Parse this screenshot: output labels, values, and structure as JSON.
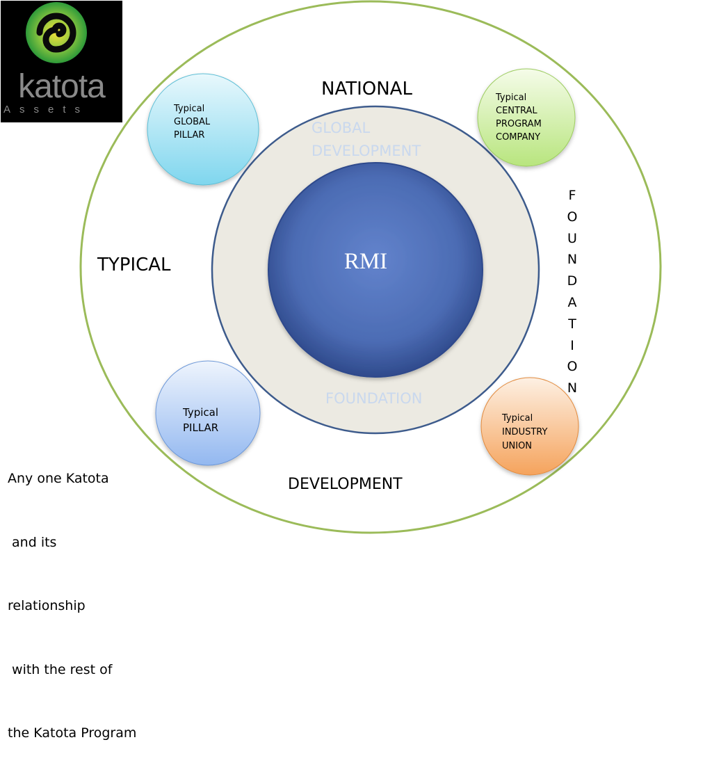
{
  "logo": {
    "word": "katota",
    "sub": "Assets"
  },
  "ring_labels": {
    "top": "NATIONAL",
    "left": "TYPICAL",
    "bottom": "DEVELOPMENT",
    "right_vertical": [
      "F",
      "O",
      "U",
      "N",
      "D",
      "A",
      "T",
      "I",
      "O",
      "N"
    ]
  },
  "middle_ring": {
    "top_line1": "GLOBAL",
    "top_line2": "DEVELOPMENT",
    "bottom": "FOUNDATION"
  },
  "center": {
    "label": "RMI"
  },
  "nodes": {
    "global_pillar": [
      "Typical",
      "GLOBAL",
      "PILLAR"
    ],
    "central_company": [
      "Typical",
      "CENTRAL",
      "PROGRAM",
      "COMPANY"
    ],
    "pillar": [
      "Typical",
      "PILLAR"
    ],
    "industry_union": [
      "Typical",
      "INDUSTRY",
      "UNION"
    ]
  },
  "caption": {
    "lines": [
      "Any one Katota",
      " and its",
      "relationship",
      " with the rest of",
      "the Katota Program"
    ]
  },
  "colors": {
    "outer_ring": "#9bbb59",
    "middle_fill": "#eceae2",
    "middle_stroke": "#3d5b8c",
    "center_fill": "#4a6ab0",
    "global_pillar": "#8fdcf0",
    "central_company": "#c4ec95",
    "pillar": "#a4c4f2",
    "industry_union": "#f7b577"
  }
}
